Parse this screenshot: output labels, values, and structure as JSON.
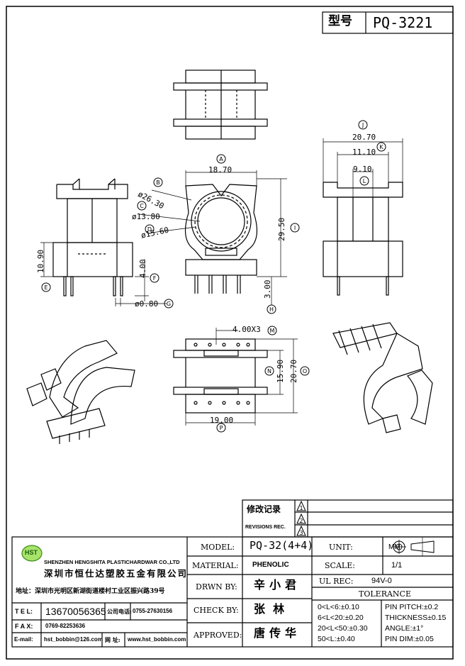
{
  "header": {
    "type_label": "型号",
    "part_number": "PQ-3221"
  },
  "dimensions": {
    "A": "18.70",
    "B": "ø26.30",
    "C": "ø13.80",
    "D": "ø15.60",
    "E": "10.90",
    "F": "4.00",
    "G": "ø0.80",
    "H": "3.00",
    "I": "29.50",
    "J": "20.70",
    "K": "11.10",
    "L": "9.10",
    "M": "4.00X3",
    "N": "15.90",
    "O": "20.70",
    "P": "19.00"
  },
  "dim_letters": [
    "A",
    "B",
    "C",
    "D",
    "E",
    "F",
    "G",
    "H",
    "I",
    "J",
    "K",
    "L",
    "M",
    "N",
    "O",
    "P"
  ],
  "revisions": {
    "label_cn": "修改记录",
    "label_en": "REVISIONS REC.",
    "marks": [
      "1",
      "2",
      "3"
    ]
  },
  "company": {
    "logo_text": "HST",
    "name_en": "SHENZHEN HENGSHITA PLASTICHARDWAR CO.,LTD",
    "name_cn": "深圳市恒仕达塑胶五金有限公司",
    "address": "地址：深圳市光明区新湖街道楼村工业区振兴路39号",
    "tel_label": "T E L:",
    "tel": "13670056365",
    "office_label": "公司电话:",
    "office_tel": "0755-27630156",
    "fax_label": "F A X:",
    "fax": "0769-82253636",
    "email_label": "E-mail:",
    "email": "hst_bobbin@126.com",
    "web_label": "网 址:",
    "web": "www.hst_bobbin.com"
  },
  "title_block": {
    "model_label": "MODEL:",
    "model": "PQ-32(4+4)",
    "material_label": "MATERIAL:",
    "material": "PHENOLIC",
    "drawn_label": "DRWN BY:",
    "drawn": "辛小君",
    "check_label": "CHECK BY:",
    "check": "张  林",
    "approved_label": "APPROVED:",
    "approved": "唐传华",
    "unit_label": "UNIT:",
    "unit": "MM",
    "scale_label": "SCALE:",
    "scale": "1/1",
    "ul_label": "UL REC:",
    "ul": "94V-0",
    "tolerance_label": "TOLERANCE",
    "tol_left": [
      "0<L<6:±0.10",
      "6<L<20:±0.20",
      "20<L<50:±0.30",
      "50<L:±0.40"
    ],
    "tol_right": [
      "PIN PITCH:±0.2",
      "THICKNESS±0.15",
      "ANGLE:±1°",
      "PIN DIM:±0.05"
    ]
  }
}
